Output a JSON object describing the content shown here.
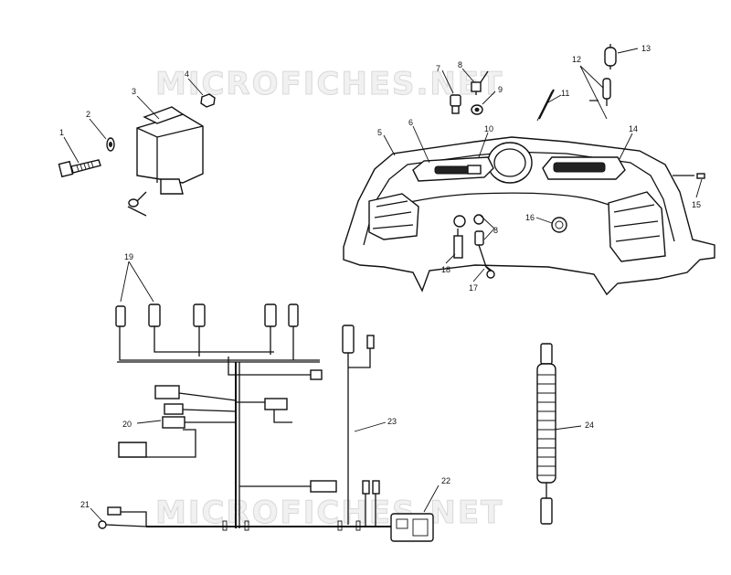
{
  "watermark": "MICROFICHES.NET",
  "callouts": [
    "1",
    "2",
    "3",
    "4",
    "5",
    "6",
    "7",
    "8",
    "8",
    "9",
    "10",
    "11",
    "12",
    "13",
    "14",
    "15",
    "16",
    "17",
    "18",
    "19",
    "20",
    "21",
    "22",
    "23",
    "24"
  ]
}
